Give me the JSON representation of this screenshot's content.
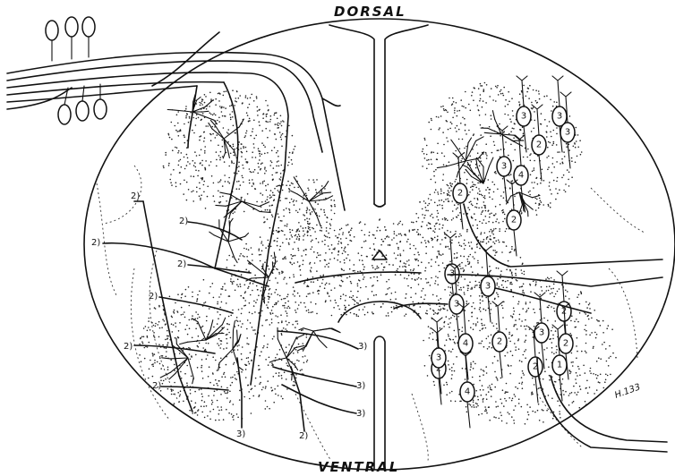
{
  "labels": {
    "dorsal": "DORSAL",
    "ventral": "VENTRAL",
    "signature": "H.133"
  },
  "cell_numbers": {
    "left": [
      "2",
      "2",
      "2",
      "2",
      "2",
      "2",
      "3",
      "3",
      "3",
      "3",
      "2",
      "2"
    ],
    "right": [
      "3",
      "3",
      "2",
      "3",
      "3",
      "4",
      "2",
      "2",
      "3",
      "3",
      "3",
      "2",
      "3",
      "2",
      "2",
      "4",
      "2",
      "3",
      "4",
      "2",
      "1"
    ]
  },
  "colors": {
    "ink": "#111111",
    "stipple": "#222222",
    "paper": "#ffffff"
  }
}
